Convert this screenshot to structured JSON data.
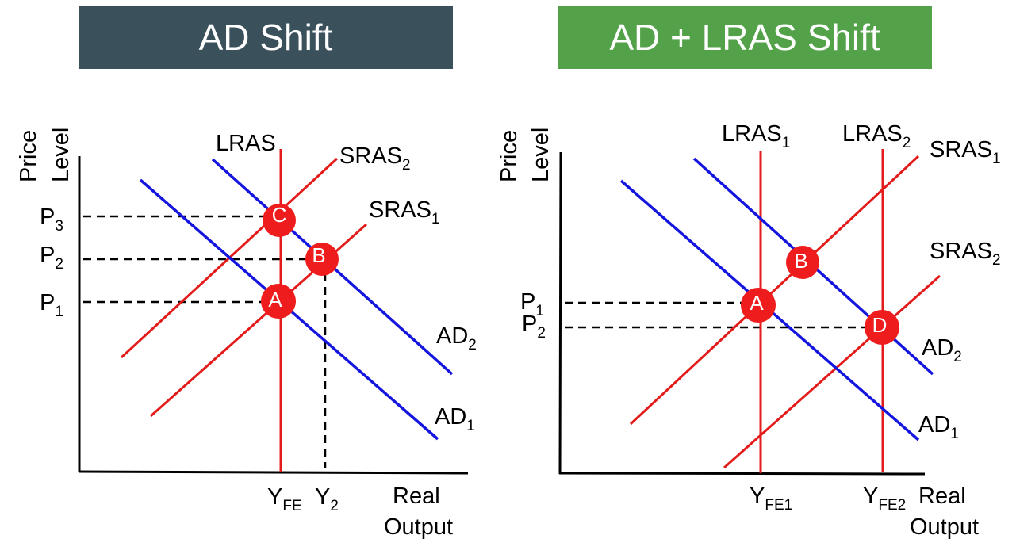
{
  "left": {
    "title": "AD Shift",
    "title_bg": "#3a505b",
    "y_axis_label": [
      "Price",
      "Level"
    ],
    "x_axis_label": [
      "Real",
      "Output"
    ],
    "curves": {
      "lras": {
        "main": "LRAS",
        "sub": ""
      },
      "sras2": {
        "main": "SRAS",
        "sub": "2"
      },
      "sras1": {
        "main": "SRAS",
        "sub": "1"
      },
      "ad2": {
        "main": "AD",
        "sub": "2"
      },
      "ad1": {
        "main": "AD",
        "sub": "1"
      }
    },
    "price_labels": [
      {
        "main": "P",
        "sub": "3"
      },
      {
        "main": "P",
        "sub": "2"
      },
      {
        "main": "P",
        "sub": "1"
      }
    ],
    "output_labels": [
      {
        "main": "Y",
        "sub": "FE"
      },
      {
        "main": "Y",
        "sub": "2"
      }
    ],
    "points": [
      "C",
      "B",
      "A"
    ]
  },
  "right": {
    "title": "AD + LRAS Shift",
    "title_bg": "#53a24a",
    "y_axis_label": [
      "Price",
      "Level"
    ],
    "x_axis_label": [
      "Real",
      "Output"
    ],
    "curves": {
      "lras1": {
        "main": "LRAS",
        "sub": "1"
      },
      "lras2": {
        "main": "LRAS",
        "sub": "2"
      },
      "sras1": {
        "main": "SRAS",
        "sub": "1"
      },
      "sras2": {
        "main": "SRAS",
        "sub": "2"
      },
      "ad2": {
        "main": "AD",
        "sub": "2"
      },
      "ad1": {
        "main": "AD",
        "sub": "1"
      }
    },
    "price_labels": [
      {
        "main": "P",
        "sub": "1"
      },
      {
        "main": "P",
        "sub": "2"
      }
    ],
    "output_labels": [
      {
        "main": "Y",
        "sub": "FE1"
      },
      {
        "main": "Y",
        "sub": "FE2"
      }
    ],
    "points": [
      "B",
      "A",
      "D"
    ]
  },
  "colors": {
    "demand": "#1515e0",
    "supply": "#e31b1b",
    "point": "#ee1c1c"
  }
}
